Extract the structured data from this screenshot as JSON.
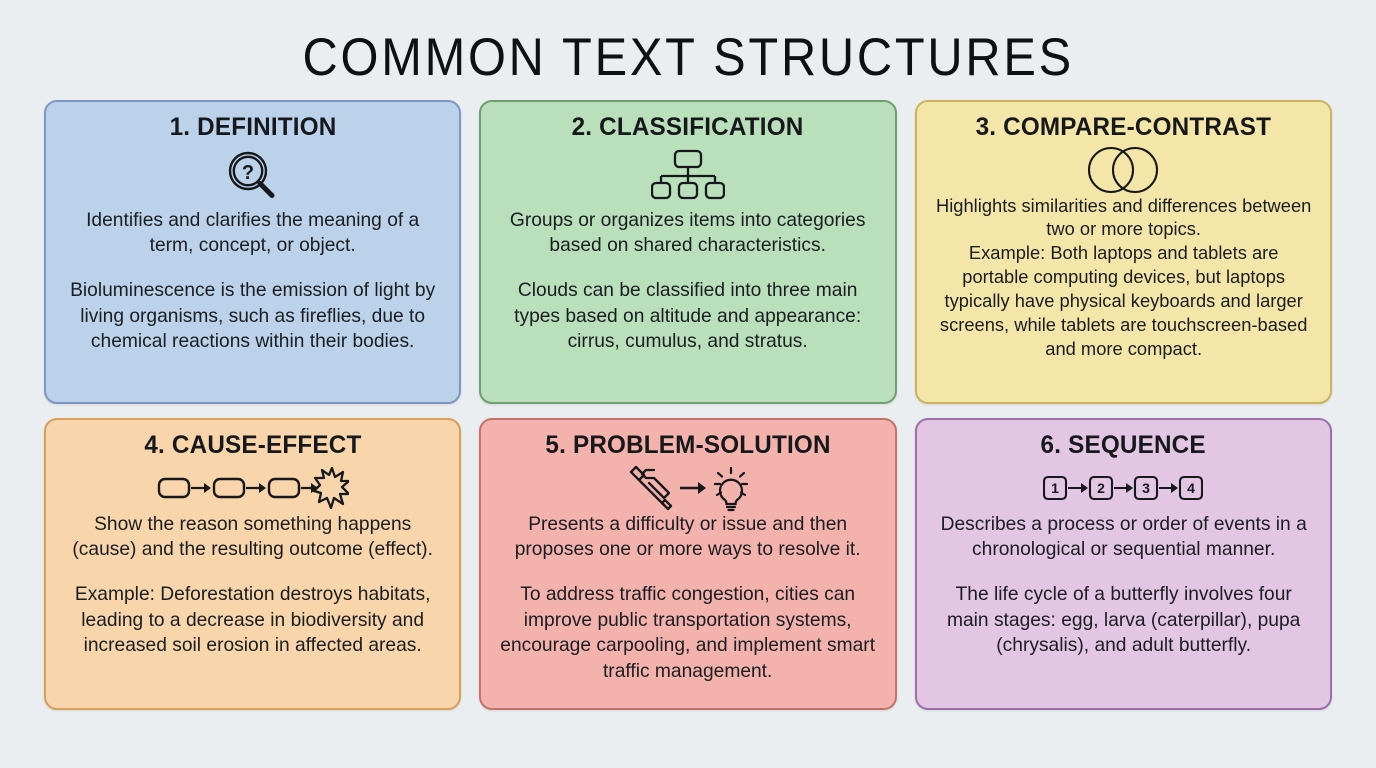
{
  "header": {
    "title": "COMMON TEXT STRUCTURES"
  },
  "theme": {
    "background": "#eaeef0",
    "text": "#16181c"
  },
  "cards": [
    {
      "number": "1.",
      "title": "1. DEFINITION",
      "icon": "magnifier-question-icon",
      "fill": "#bcd2ea",
      "border": "#7f97c6",
      "definition": "Identifies and clarifies the meaning of a term, concept, or object.",
      "example": "Bioluminescence is the emission of light by living organisms, such as fireflies, due to chemical reactions within their bodies."
    },
    {
      "number": "2.",
      "title": "2. CLASSIFICATION",
      "icon": "hierarchy-tree-icon",
      "fill": "#b9dfbb",
      "border": "#6f9e72",
      "definition": "Groups or organizes items into categories based on shared characteristics.",
      "example": "Clouds can be classified into three main types based on altitude and appearance: cirrus, cumulus, and stratus."
    },
    {
      "number": "3.",
      "title": "3. COMPARE-CONTRAST",
      "icon": "venn-diagram-icon",
      "fill": "#f3e6a8",
      "border": "#cbb35b",
      "definition": "Highlights similarities and differences between two or more topics.",
      "example": "Example: Both laptops and tablets are portable computing devices, but laptops typically have physical keyboards and larger screens, while tablets are touchscreen-based and more compact."
    },
    {
      "number": "4.",
      "title": "4. CAUSE-EFFECT",
      "icon": "chain-to-burst-icon",
      "fill": "#f8d5ab",
      "border": "#d79f57",
      "definition": "Show the reason something happens (cause) and the resulting outcome (effect).",
      "example": "Example: Deforestation destroys habitats, leading to a decrease in biodiversity and increased soil erosion in affected areas."
    },
    {
      "number": "5.",
      "title": "5. PROBLEM-SOLUTION",
      "icon": "tools-to-lightbulb-icon",
      "fill": "#f4b2ad",
      "border": "#c4726d",
      "definition": "Presents a difficulty or issue and then proposes one or more ways to resolve it.",
      "example": "To address traffic congestion, cities can improve public transportation systems, encourage carpooling, and implement smart traffic management."
    },
    {
      "number": "6.",
      "title": "6. SEQUENCE",
      "icon": "numbered-steps-icon",
      "fill": "#e2c6e4",
      "border": "#9f6fa8",
      "definition": "Describes a process or order of events in a chronological or sequential manner.",
      "example": "The life cycle of a butterfly involves four main stages: egg, larva (caterpillar), pupa (chrysalis), and adult butterfly.",
      "steps": [
        "1",
        "2",
        "3",
        "4"
      ]
    }
  ]
}
